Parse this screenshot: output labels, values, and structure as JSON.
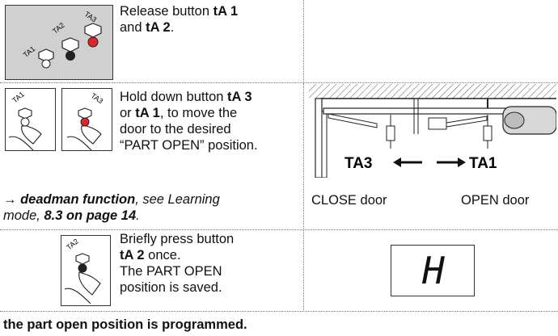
{
  "row1": {
    "line1": "Release button ",
    "btn_a": "tA 1",
    "line2_and": "and ",
    "btn_b": "tA 2",
    "line2_end": ".",
    "icon_labels": [
      "TA1",
      "TA2",
      "TA3"
    ]
  },
  "row2": {
    "t1": "Hold down button ",
    "b1": "tA 3",
    "t2": "or ",
    "b2": "tA 1",
    "t3": ", to move the",
    "t4": "door to the desired",
    "t5": "“PART OPEN” position.",
    "icon_label_left": "TA1",
    "icon_label_right": "TA3",
    "arrow_left_label": "TA3",
    "arrow_right_label": "TA1",
    "caption_close": "CLOSE door",
    "caption_open": "OPEN door"
  },
  "note": {
    "arrow": "→ ",
    "bold": "deadman function",
    "t1": ", see Learning",
    "t2": "mode, ",
    "ref": "8.3 on page 14",
    "end": "."
  },
  "row3": {
    "t1": "Briefly press button",
    "b1": "tA 2",
    "t2": " once.",
    "t3": "The PART OPEN",
    "t4": "position is saved.",
    "icon_label": "TA2",
    "display_char": "H"
  },
  "footer": {
    "text": "the part open position is programmed."
  }
}
